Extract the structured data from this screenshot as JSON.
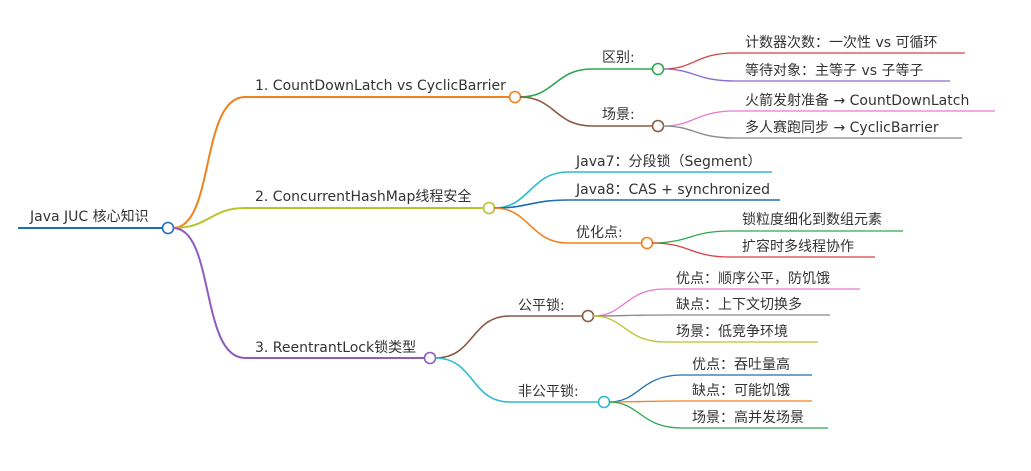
{
  "root": {
    "label": "Java JUC 核心知识"
  },
  "branches": [
    {
      "label": "1. CountDownLatch vs CyclicBarrier",
      "children": [
        {
          "label": "区别:",
          "leaves": [
            "计数器次数：一次性 vs 可循环",
            "等待对象：主等子 vs 子等子"
          ]
        },
        {
          "label": "场景:",
          "leaves": [
            "火箭发射准备 → CountDownLatch",
            "多人赛跑同步 → CyclicBarrier"
          ]
        }
      ]
    },
    {
      "label": "2. ConcurrentHashMap线程安全",
      "leaves": [
        "Java7：分段锁（Segment）",
        "Java8：CAS + synchronized"
      ],
      "children": [
        {
          "label": "优化点:",
          "leaves": [
            "锁粒度细化到数组元素",
            "扩容时多线程协作"
          ]
        }
      ]
    },
    {
      "label": "3. ReentrantLock锁类型",
      "children": [
        {
          "label": "公平锁:",
          "leaves": [
            "优点：顺序公平，防饥饿",
            "缺点：上下文切换多",
            "场景：低竞争环境"
          ]
        },
        {
          "label": "非公平锁:",
          "leaves": [
            "优点：吞吐量高",
            "缺点：可能饥饿",
            "场景：高并发场景"
          ]
        }
      ]
    }
  ],
  "colors": {
    "root": "#1f6fb0",
    "branch1": "#f0821e",
    "branch2": "#b7c42a",
    "branch3": "#8e5bc0",
    "green": "#2fa84f",
    "brown": "#8a5a44",
    "red": "#d94040",
    "violet": "#8a6bd0",
    "pink": "#e67ad0",
    "gray": "#888888",
    "cyan": "#2bbcd0",
    "blue": "#1f6fb0",
    "orange": "#f0821e",
    "olive": "#b7c42a"
  }
}
